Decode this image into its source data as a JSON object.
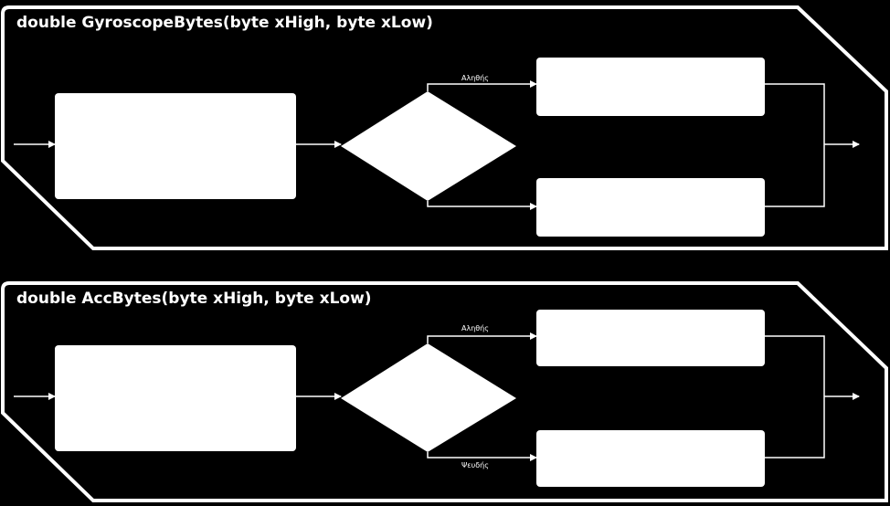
{
  "colors": {
    "background": "#000000",
    "foreground": "#ffffff"
  },
  "panels": [
    {
      "title": "double GyroscopeBytes(byte xHigh, byte xLow)",
      "true_label": "Αληθής",
      "false_label": ""
    },
    {
      "title": "double AccBytes(byte xHigh, byte xLow)",
      "true_label": "Αληθής",
      "false_label": "Ψευδής"
    }
  ]
}
